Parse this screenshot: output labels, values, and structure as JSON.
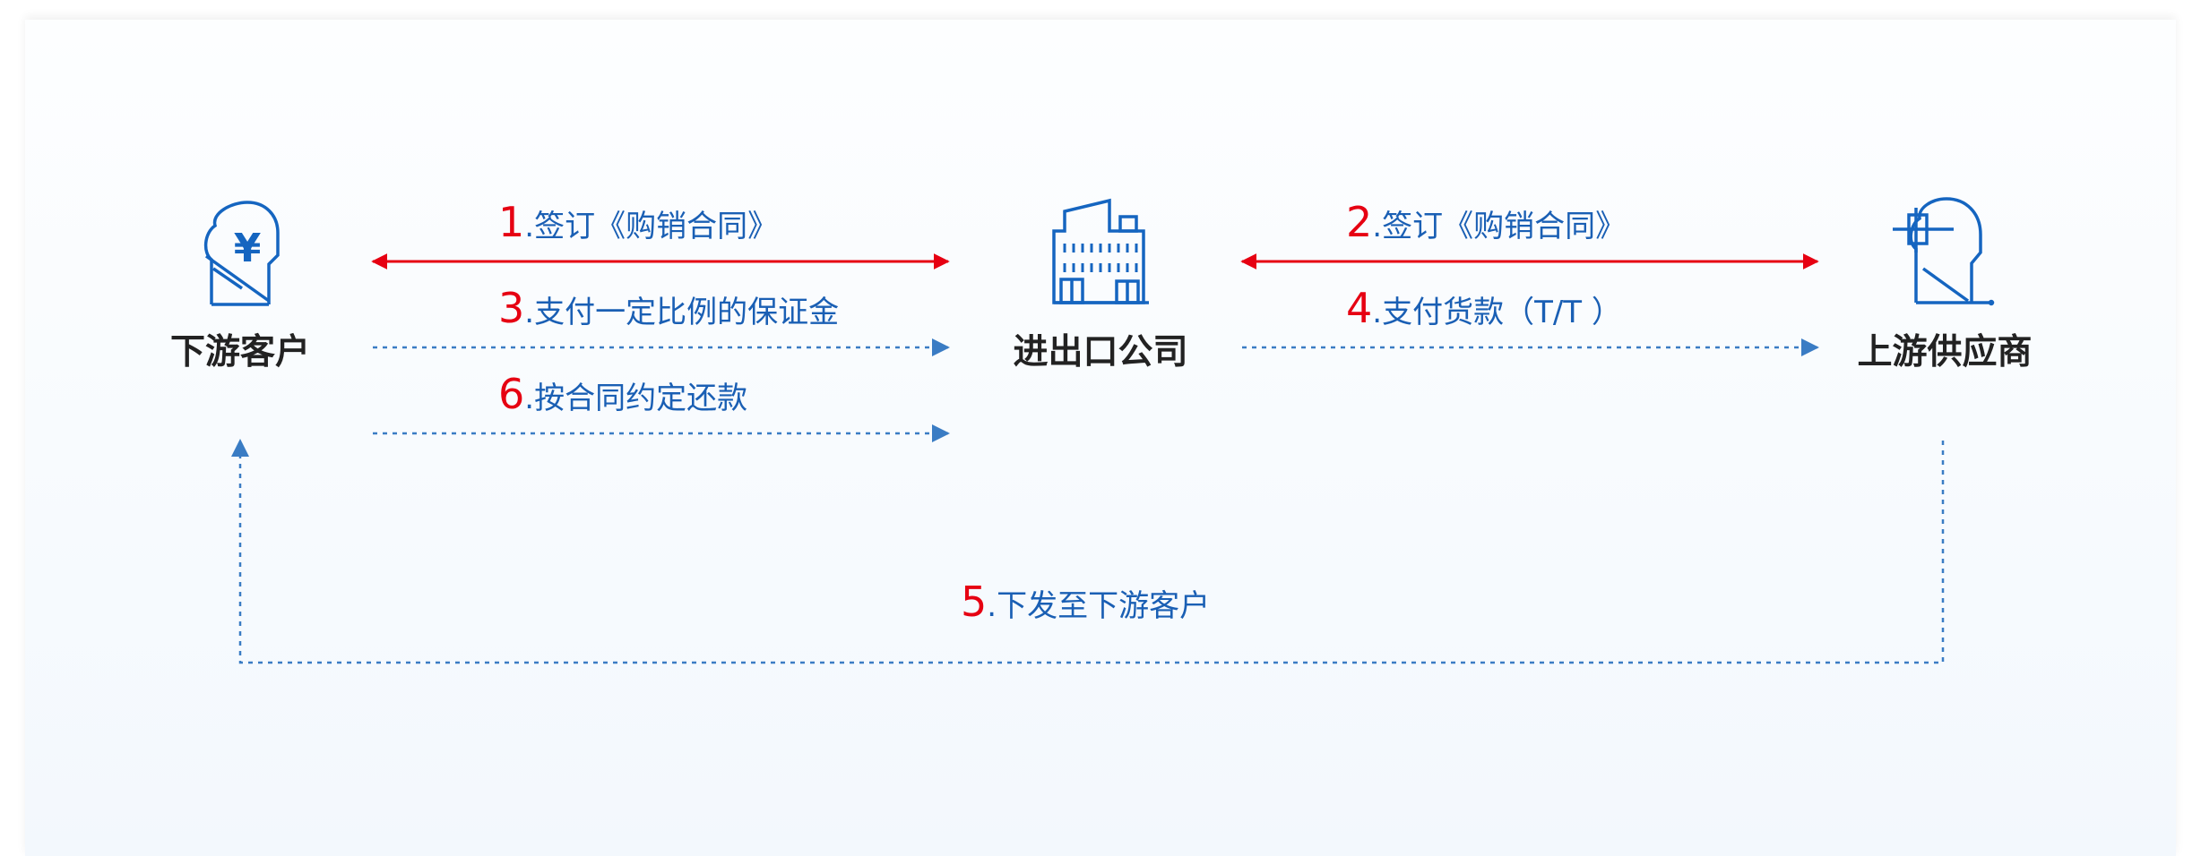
{
  "nodes": {
    "left": {
      "label": "下游客户",
      "icon": "customer-yuan-head-icon"
    },
    "center": {
      "label": "进出口公司",
      "icon": "office-building-icon"
    },
    "right": {
      "label": "上游供应商",
      "icon": "supplier-head-icon"
    }
  },
  "steps": [
    {
      "num": "1",
      "text": ".签订《购销合同》"
    },
    {
      "num": "2",
      "text": ".签订《购销合同》"
    },
    {
      "num": "3",
      "text": ".支付一定比例的保证金"
    },
    {
      "num": "4",
      "text": ".支付货款（T/T ）"
    },
    {
      "num": "5",
      "text": ".下发至下游客户"
    },
    {
      "num": "6",
      "text": ".按合同约定还款"
    }
  ],
  "colors": {
    "contract_arrow": "#e60012",
    "flow_arrow": "#3a7cc4",
    "icon": "#1565c0",
    "step_number": "#e60012",
    "step_text": "#1a5fb4",
    "node_label": "#222222"
  }
}
